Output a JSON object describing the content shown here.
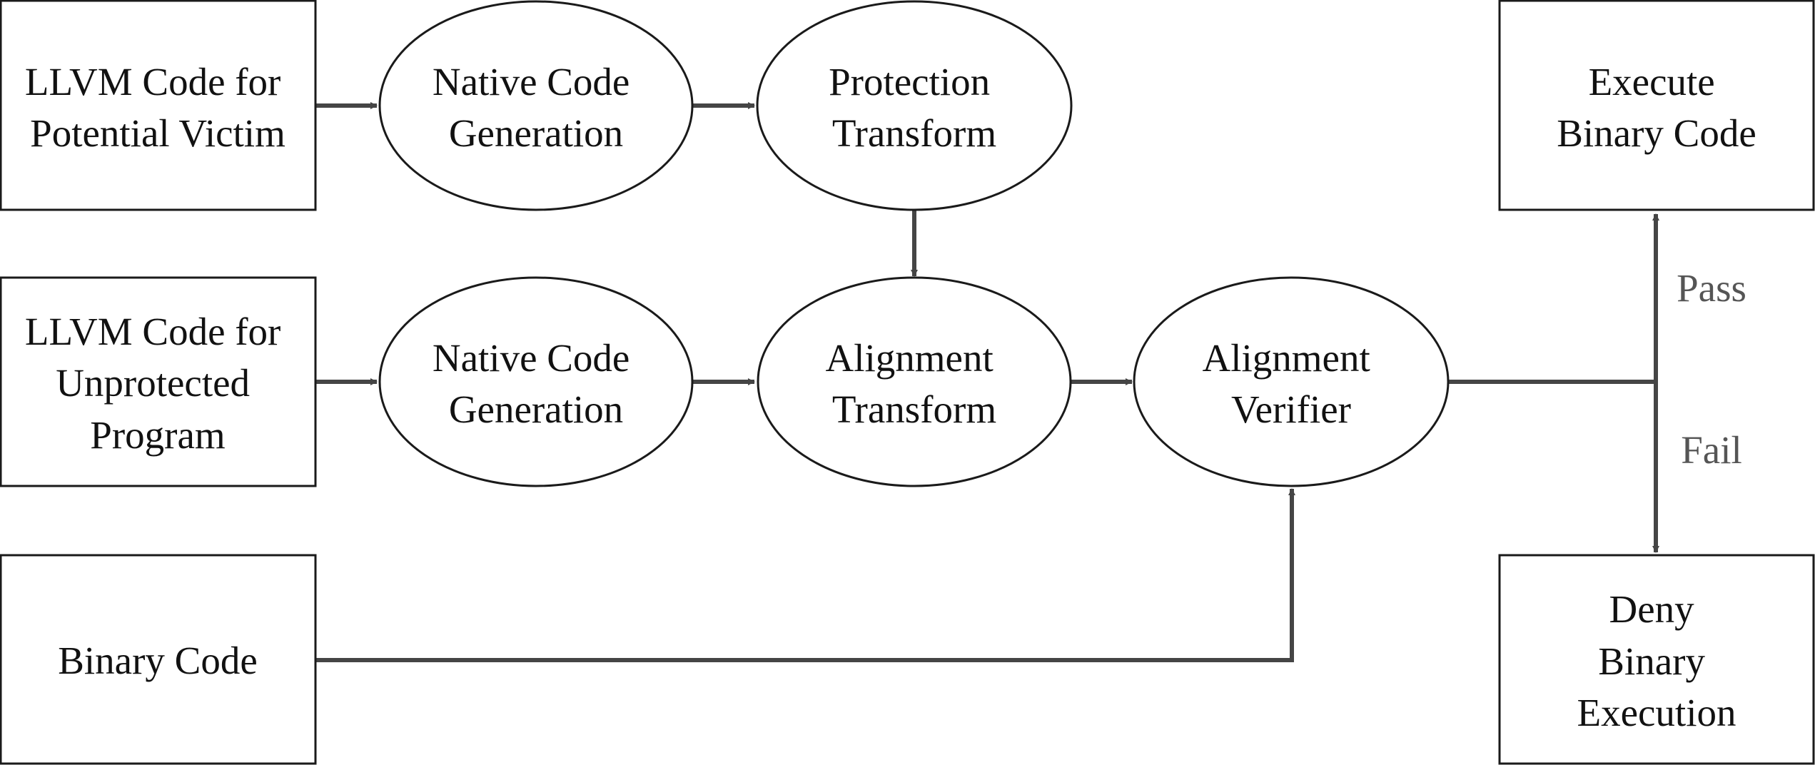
{
  "diagram": {
    "nodes": {
      "llvm_victim": {
        "lines": [
          "LLVM Code for",
          "Potential Victim"
        ]
      },
      "native_gen_1": {
        "lines": [
          "Native Code",
          "Generation"
        ]
      },
      "protection_transform": {
        "lines": [
          "Protection",
          "Transform"
        ]
      },
      "execute_binary": {
        "lines": [
          "Execute",
          "Binary Code"
        ]
      },
      "llvm_unprotected": {
        "lines": [
          "LLVM Code for",
          "Unprotected",
          "Program"
        ]
      },
      "native_gen_2": {
        "lines": [
          "Native Code",
          "Generation"
        ]
      },
      "alignment_transform": {
        "lines": [
          "Alignment",
          "Transform"
        ]
      },
      "alignment_verifier": {
        "lines": [
          "Alignment",
          "Verifier"
        ]
      },
      "binary_code": {
        "lines": [
          "Binary Code"
        ]
      },
      "deny_execution": {
        "lines": [
          "Deny",
          "Binary",
          "Execution"
        ]
      }
    },
    "edge_labels": {
      "pass": "Pass",
      "fail": "Fail"
    },
    "colors": {
      "node_stroke": "#1a1a1a",
      "edge": "#454545",
      "edge_label": "#555555",
      "background": "#ffffff"
    }
  }
}
